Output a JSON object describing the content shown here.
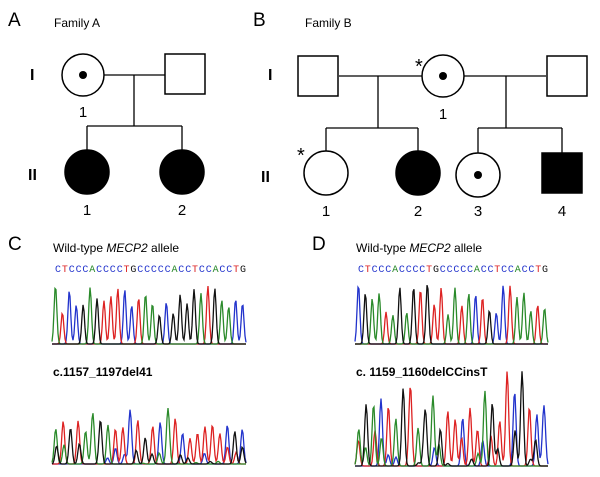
{
  "panels": {
    "A": {
      "letter": "A",
      "family": "Family A",
      "gen1": "I",
      "gen2": "II",
      "labels": {
        "I1": "1",
        "II1": "1",
        "II2": "2"
      }
    },
    "B": {
      "letter": "B",
      "family": "Family B",
      "gen1": "I",
      "gen2": "II",
      "asterisk": "*",
      "labels": {
        "I1": "1",
        "II1": "1",
        "II2": "2",
        "II3": "3",
        "II4": "4"
      }
    },
    "C": {
      "letter": "C",
      "caption_prefix": "Wild-type ",
      "caption_gene": "MECP2",
      "caption_suffix": " allele",
      "sequence": "CTCCCACCCCTGCCCCCACCTCCACCTG",
      "mutation": "c.1157_1197del41"
    },
    "D": {
      "letter": "D",
      "caption_prefix": "Wild-type ",
      "caption_gene": "MECP2",
      "caption_suffix": " allele",
      "sequence": "CTCCCACCCCTGCCCCCACCTCCACCTG",
      "mutation": "c. 1159_1160delCCinsT"
    }
  },
  "base_colors": {
    "A": "#2a8a2a",
    "C": "#2233cc",
    "G": "#111111",
    "T": "#dd2222"
  }
}
